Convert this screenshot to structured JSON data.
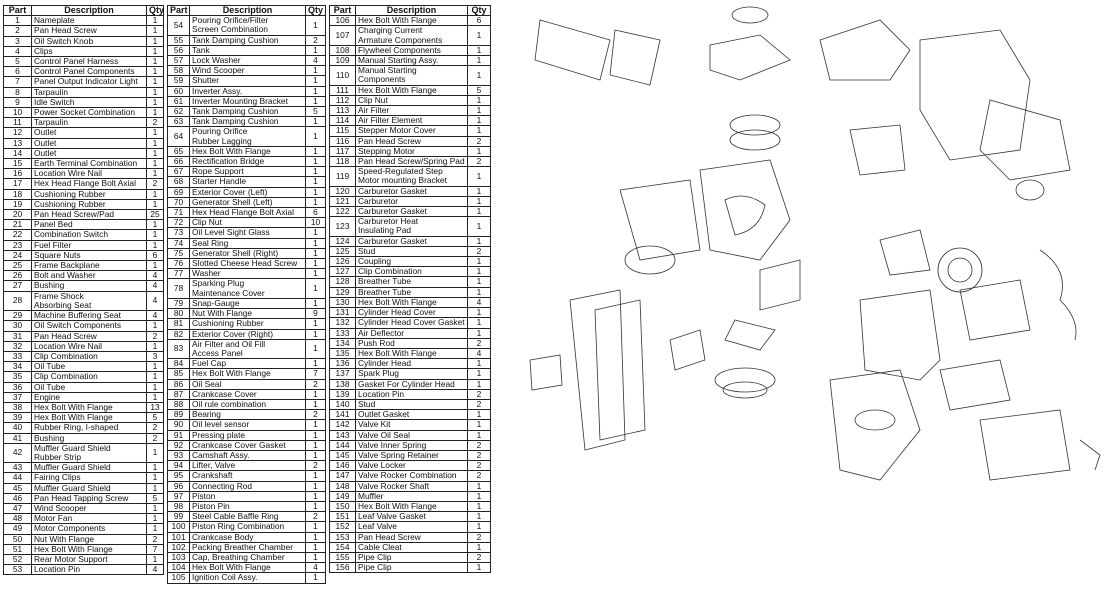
{
  "tables": [
    {
      "headers": {
        "part": "Part",
        "description": "Description",
        "qty": "Qty"
      },
      "rows": [
        [
          "1",
          "Nameplate",
          "1"
        ],
        [
          "2",
          "Pan Head Screw",
          "1"
        ],
        [
          "3",
          "Oil Switch Knob",
          "1"
        ],
        [
          "4",
          "Clips",
          "1"
        ],
        [
          "5",
          "Control Panel Harness",
          "1"
        ],
        [
          "6",
          "Control Panel Components",
          "1"
        ],
        [
          "7",
          "Panel Output Indicator Light",
          "1"
        ],
        [
          "8",
          "Tarpaulin",
          "1"
        ],
        [
          "9",
          "Idle Switch",
          "1"
        ],
        [
          "10",
          "Power Socket Combination",
          "1"
        ],
        [
          "11",
          "Tarpaulin",
          "2"
        ],
        [
          "12",
          "Outlet",
          "1"
        ],
        [
          "13",
          "Outlet",
          "1"
        ],
        [
          "14",
          "Outlet",
          "1"
        ],
        [
          "15",
          "Earth Terminal Combination",
          "1"
        ],
        [
          "16",
          "Location Wire Nail",
          "1"
        ],
        [
          "17",
          "Hex Head Flange Bolt Axial",
          "2"
        ],
        [
          "18",
          "Cushioning Rubber",
          "1"
        ],
        [
          "19",
          "Cushioning Rubber",
          "1"
        ],
        [
          "20",
          "Pan Head Screw/Pad",
          "25"
        ],
        [
          "21",
          "Panel Bed",
          "1"
        ],
        [
          "22",
          "Combination Switch",
          "1"
        ],
        [
          "23",
          "Fuel Filter",
          "1"
        ],
        [
          "24",
          "Square Nuts",
          "6"
        ],
        [
          "25",
          "Frame Backplane",
          "1"
        ],
        [
          "26",
          "Bolt and Washer",
          "4"
        ],
        [
          "27",
          "Bushing",
          "4"
        ],
        [
          "28",
          "Frame Shock\nAbsorbing Seat",
          "4"
        ],
        [
          "29",
          "Machine Buffering Seat",
          "4"
        ],
        [
          "30",
          "Oil Switch Components",
          "1"
        ],
        [
          "31",
          "Pan Head Screw",
          "2"
        ],
        [
          "32",
          "Location Wire Nail",
          "1"
        ],
        [
          "33",
          "Clip Combination",
          "3"
        ],
        [
          "34",
          "Oil Tube",
          "1"
        ],
        [
          "35",
          "Clip Combination",
          "1"
        ],
        [
          "36",
          "Oil Tube",
          "1"
        ],
        [
          "37",
          "Engine",
          "1"
        ],
        [
          "38",
          "Hex Bolt With Flange",
          "13"
        ],
        [
          "39",
          "Hex Bolt With Flange",
          "5"
        ],
        [
          "40",
          "Rubber Ring, I-shaped",
          "2"
        ],
        [
          "41",
          "Bushing",
          "2"
        ],
        [
          "42",
          "Muffler Guard Shield\nRubber Strip",
          "1"
        ],
        [
          "43",
          "Muffler Guard Shield",
          "1"
        ],
        [
          "44",
          "Fairing Clips",
          "1"
        ],
        [
          "45",
          "Muffler Guard Shield",
          "1"
        ],
        [
          "46",
          "Pan Head Tapping Screw",
          "5"
        ],
        [
          "47",
          "Wind Scooper",
          "1"
        ],
        [
          "48",
          "Motor Fan",
          "1"
        ],
        [
          "49",
          "Motor Components",
          "1"
        ],
        [
          "50",
          "Nut With Flange",
          "2"
        ],
        [
          "51",
          "Hex Bolt With Flange",
          "7"
        ],
        [
          "52",
          "Rear Motor Support",
          "1"
        ],
        [
          "53",
          "Location Pin",
          "4"
        ]
      ]
    },
    {
      "headers": {
        "part": "Part",
        "description": "Description",
        "qty": "Qty"
      },
      "rows": [
        [
          "54",
          "Pouring Orifice/Filter\nScreen Combination",
          "1"
        ],
        [
          "55",
          "Tank Damping Cushion",
          "2"
        ],
        [
          "56",
          "Tank",
          "1"
        ],
        [
          "57",
          "Lock Washer",
          "4"
        ],
        [
          "58",
          "Wind Scooper",
          "1"
        ],
        [
          "59",
          "Shutter",
          "1"
        ],
        [
          "60",
          "Inverter Assy.",
          "1"
        ],
        [
          "61",
          "Inverter Mounting Bracket",
          "1"
        ],
        [
          "62",
          "Tank Damping Cushion",
          "5"
        ],
        [
          "63",
          "Tank Damping Cushion",
          "1"
        ],
        [
          "64",
          "Pouring Orifice\nRubber Lagging",
          "1"
        ],
        [
          "65",
          "Hex Bolt With Flange",
          "1"
        ],
        [
          "66",
          "Rectification Bridge",
          "1"
        ],
        [
          "67",
          "Rope Support",
          "1"
        ],
        [
          "68",
          "Starter Handle",
          "1"
        ],
        [
          "69",
          "Exterior Cover (Left)",
          "1"
        ],
        [
          "70",
          "Generator Shell (Left)",
          "1"
        ],
        [
          "71",
          "Hex Head Flange Bolt Axial",
          "6"
        ],
        [
          "72",
          "Clip Nut",
          "10"
        ],
        [
          "73",
          "Oil Level Sight Glass",
          "1"
        ],
        [
          "74",
          "Seal Ring",
          "1"
        ],
        [
          "75",
          "Generator Shell (Right)",
          "1"
        ],
        [
          "76",
          "Slotted Cheese Head Screw",
          "1"
        ],
        [
          "77",
          "Washer",
          "1"
        ],
        [
          "78",
          "Sparking Plug\nMaintenance Cover",
          "1"
        ],
        [
          "79",
          "Snap-Gauge",
          "1"
        ],
        [
          "80",
          "Nut With Flange",
          "9"
        ],
        [
          "81",
          "Cushioning Rubber",
          "1"
        ],
        [
          "82",
          "Exterior Cover (Right)",
          "1"
        ],
        [
          "83",
          "Air Filter and Oil Fill\nAccess Panel",
          "1"
        ],
        [
          "84",
          "Fuel Cap",
          "1"
        ],
        [
          "85",
          "Hex Bolt With Flange",
          "7"
        ],
        [
          "86",
          "Oil Seal",
          "2"
        ],
        [
          "87",
          "Crankcase Cover",
          "1"
        ],
        [
          "88",
          "Oil rule combination",
          "1"
        ],
        [
          "89",
          "Bearing",
          "2"
        ],
        [
          "90",
          "Oil level sensor",
          "1"
        ],
        [
          "91",
          "Pressing plate",
          "1"
        ],
        [
          "92",
          "Crankcase Cover Gasket",
          "1"
        ],
        [
          "93",
          "Camshaft Assy.",
          "1"
        ],
        [
          "94",
          "Lifter, Valve",
          "2"
        ],
        [
          "95",
          "Crankshaft",
          "1"
        ],
        [
          "96",
          "Connecting Rod",
          "1"
        ],
        [
          "97",
          "Piston",
          "1"
        ],
        [
          "98",
          "Piston Pin",
          "1"
        ],
        [
          "99",
          "Steel Cable Baffle Ring",
          "2"
        ],
        [
          "100",
          "Piston Ring Combination",
          "1"
        ],
        [
          "101",
          "Crankcase Body",
          "1"
        ],
        [
          "102",
          "Packing Breather Chamber",
          "1"
        ],
        [
          "103",
          "Cap, Breathing Chamber",
          "1"
        ],
        [
          "104",
          "Hex Bolt With Flange",
          "4"
        ],
        [
          "105",
          "Ignition Coil Assy.",
          "1"
        ]
      ]
    },
    {
      "headers": {
        "part": "Part",
        "description": "Description",
        "qty": "Qty"
      },
      "rows": [
        [
          "106",
          "Hex Bolt With Flange",
          "6"
        ],
        [
          "107",
          "Charging Current\nArmature Components",
          "1"
        ],
        [
          "108",
          "Flywheel Components",
          "1"
        ],
        [
          "109",
          "Manual Starting Assy.",
          "1"
        ],
        [
          "110",
          "Manual Starting\nComponents",
          "1"
        ],
        [
          "111",
          "Hex Bolt With Flange",
          "5"
        ],
        [
          "112",
          "Clip Nut",
          "1"
        ],
        [
          "113",
          "Air Filter",
          "1"
        ],
        [
          "114",
          "Air Filter Element",
          "1"
        ],
        [
          "115",
          "Stepper Motor Cover",
          "1"
        ],
        [
          "116",
          "Pan Head Screw",
          "2"
        ],
        [
          "117",
          "Stepping Motor",
          "1"
        ],
        [
          "118",
          "Pan Head Screw/Spring Pad",
          "2"
        ],
        [
          "119",
          "Speed-Regulated Step\nMotor mounting Bracket",
          "1"
        ],
        [
          "120",
          "Carburetor Gasket",
          "1"
        ],
        [
          "121",
          "Carburetor",
          "1"
        ],
        [
          "122",
          "Carburetor Gasket",
          "1"
        ],
        [
          "123",
          "Carburetor Heat\nInsulating Pad",
          "1"
        ],
        [
          "124",
          "Carburetor Gasket",
          "1"
        ],
        [
          "125",
          "Stud",
          "2"
        ],
        [
          "126",
          "Coupling",
          "1"
        ],
        [
          "127",
          "Clip Combination",
          "1"
        ],
        [
          "128",
          "Breather Tube",
          "1"
        ],
        [
          "129",
          "Breather Tube",
          "1"
        ],
        [
          "130",
          "Hex Bolt With Flange",
          "4"
        ],
        [
          "131",
          "Cylinder Head Cover",
          "1"
        ],
        [
          "132",
          "Cylinder Head Cover Gasket",
          "1"
        ],
        [
          "133",
          "Air Deflector",
          "1"
        ],
        [
          "134",
          "Push Rod",
          "2"
        ],
        [
          "135",
          "Hex Bolt With Flange",
          "4"
        ],
        [
          "136",
          "Cylinder Head",
          "1"
        ],
        [
          "137",
          "Spark Plug",
          "1"
        ],
        [
          "138",
          "Gasket For Cylinder Head",
          "1"
        ],
        [
          "139",
          "Location Pin",
          "2"
        ],
        [
          "140",
          "Stud",
          "2"
        ],
        [
          "141",
          "Outlet Gasket",
          "1"
        ],
        [
          "142",
          "Valve Kit",
          "1"
        ],
        [
          "143",
          "Valve Oil Seal",
          "1"
        ],
        [
          "144",
          "Valve Inner Spring",
          "2"
        ],
        [
          "145",
          "Valve Spring Retainer",
          "2"
        ],
        [
          "146",
          "Valve Locker",
          "2"
        ],
        [
          "147",
          "Valve Rocker Combination",
          "2"
        ],
        [
          "148",
          "Valve Rocker Shaft",
          "1"
        ],
        [
          "149",
          "Muffler",
          "1"
        ],
        [
          "150",
          "Hex Bolt With Flange",
          "1"
        ],
        [
          "151",
          "Leaf Valve Gasket",
          "1"
        ],
        [
          "152",
          "Leaf Valve",
          "1"
        ],
        [
          "153",
          "Pan Head Screw",
          "2"
        ],
        [
          "154",
          "Cable Cleat",
          "1"
        ],
        [
          "155",
          "Pipe Clip",
          "2"
        ],
        [
          "156",
          "Pipe Clip",
          "1"
        ]
      ]
    }
  ]
}
